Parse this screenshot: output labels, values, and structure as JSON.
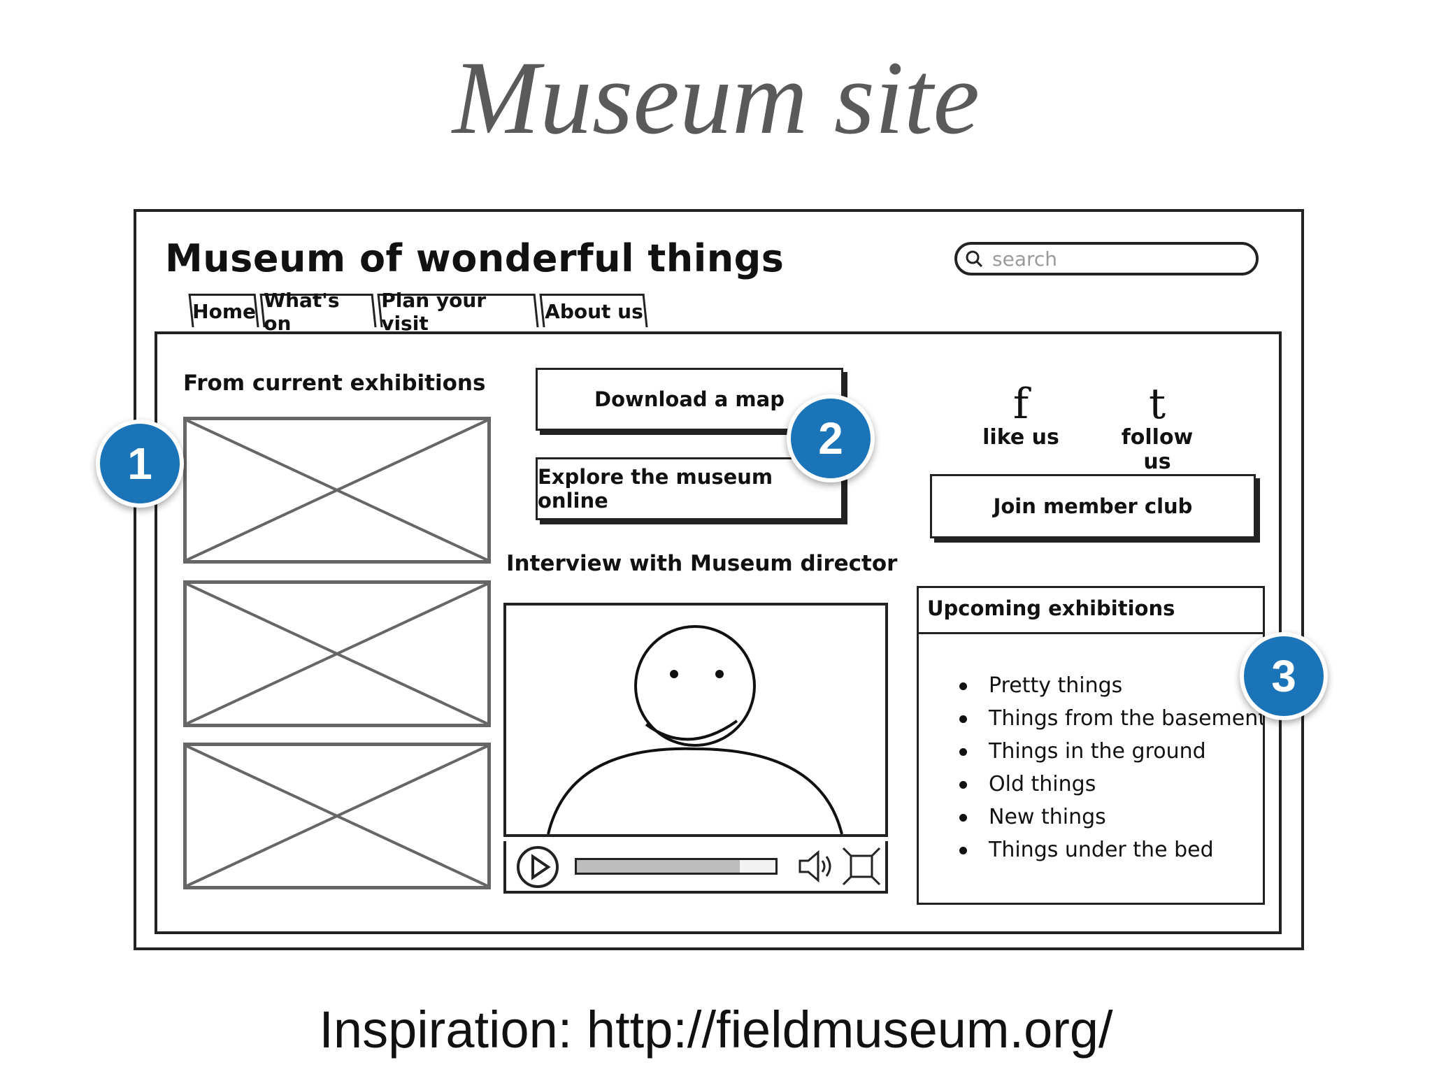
{
  "slide": {
    "title": "Museum site",
    "footer": "Inspiration: http://fieldmuseum.org/"
  },
  "site": {
    "title": "Museum of wonderful things",
    "search_placeholder": "search",
    "tabs": [
      "Home",
      "What's on",
      "Plan your visit",
      "About us"
    ]
  },
  "left": {
    "heading": "From current exhibitions"
  },
  "center": {
    "buttons": [
      "Download a map",
      "Explore the museum online"
    ],
    "video_heading": "Interview with Museum director",
    "video_progress": 0.82
  },
  "right": {
    "like_label": "like us",
    "follow_label": "follow us",
    "join_label": "Join member club",
    "upcoming_heading": "Upcoming exhibitions",
    "upcoming_items": [
      "Pretty things",
      "Things from the basement",
      "Things in the ground",
      "Old things",
      "New things",
      "Things under the bed"
    ]
  },
  "badges": [
    "1",
    "2",
    "3"
  ],
  "icons": {
    "facebook": "facebook-icon",
    "twitter": "twitter-icon",
    "play": "play-icon",
    "volume": "volume-icon",
    "fullscreen": "fullscreen-icon"
  }
}
